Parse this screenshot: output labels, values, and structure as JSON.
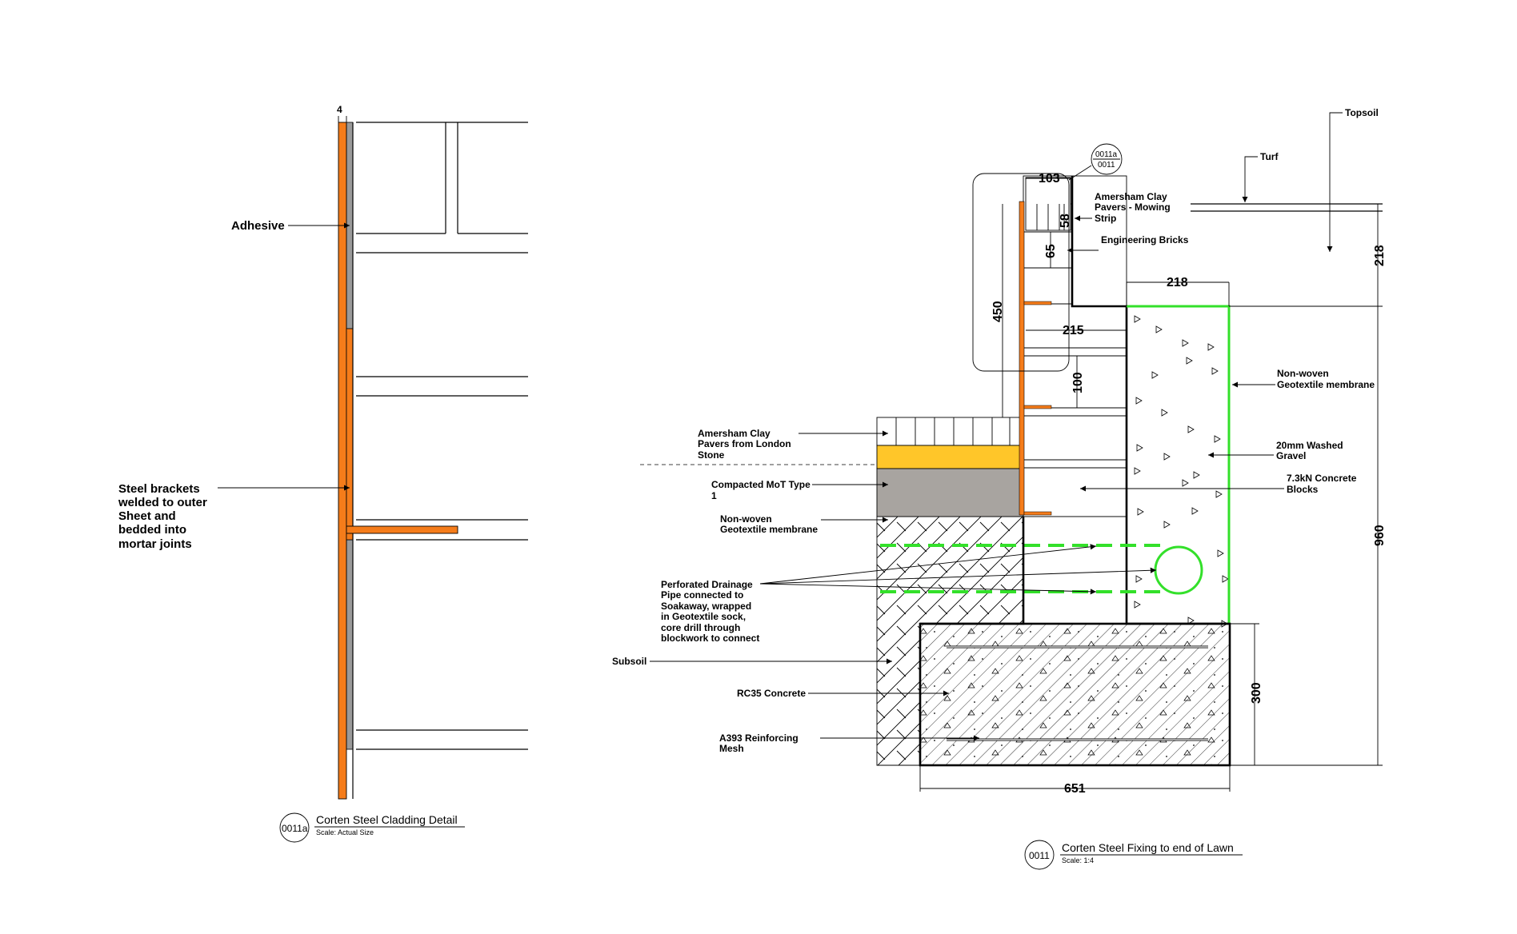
{
  "colors": {
    "corten": "#f57c1a",
    "adhesive": "#9a9a9a",
    "sand": "#ffc629",
    "mot": "#a8a4a0",
    "membrane": "#33e02a"
  },
  "detail_a": {
    "dimension_top": "4",
    "label_adhesive": "Adhesive",
    "label_brackets": [
      "Steel brackets",
      "welded to outer",
      "Sheet and",
      "bedded into",
      "mortar joints"
    ],
    "ref_tag": "0011a",
    "title": "Corten Steel Cladding Detail",
    "scale": "Scale: Actual Size"
  },
  "detail_b": {
    "dimensions": {
      "d103": "103",
      "d58": "58",
      "d65": "65",
      "d450": "450",
      "d215": "215",
      "d100": "100",
      "d218_top": "218",
      "d218_right": "218",
      "d960": "960",
      "d300": "300",
      "d651": "651"
    },
    "callout_ref": [
      "0011a",
      "0011"
    ],
    "labels": {
      "topsoil": "Topsoil",
      "turf": "Turf",
      "mowing_strip": [
        "Amersham Clay",
        "Pavers  - Mowing",
        "Strip"
      ],
      "engineering_bricks": "Engineering Bricks",
      "pavers_london": [
        "Amersham Clay",
        "Pavers from London",
        "Stone"
      ],
      "compacted_mot": [
        "Compacted MoT Type",
        "1"
      ],
      "membrane_left": [
        "Non-woven",
        "Geotextile membrane"
      ],
      "membrane_right": [
        "Non-woven",
        "Geotextile membrane"
      ],
      "gravel": [
        "20mm Washed",
        "Gravel"
      ],
      "concrete_blocks": [
        "7.3kN Concrete",
        "Blocks"
      ],
      "drainage": [
        "Perforated Drainage",
        "Pipe connected to",
        "Soakaway, wrapped",
        "in Geotextile sock,",
        "core drill through",
        "blockwork to connect"
      ],
      "subsoil": "Subsoil",
      "rc35": "RC35 Concrete",
      "mesh": [
        "A393 Reinforcing",
        "Mesh"
      ]
    },
    "ref_tag": "0011",
    "title": "Corten Steel Fixing to end of Lawn",
    "scale": "Scale: 1:4"
  }
}
